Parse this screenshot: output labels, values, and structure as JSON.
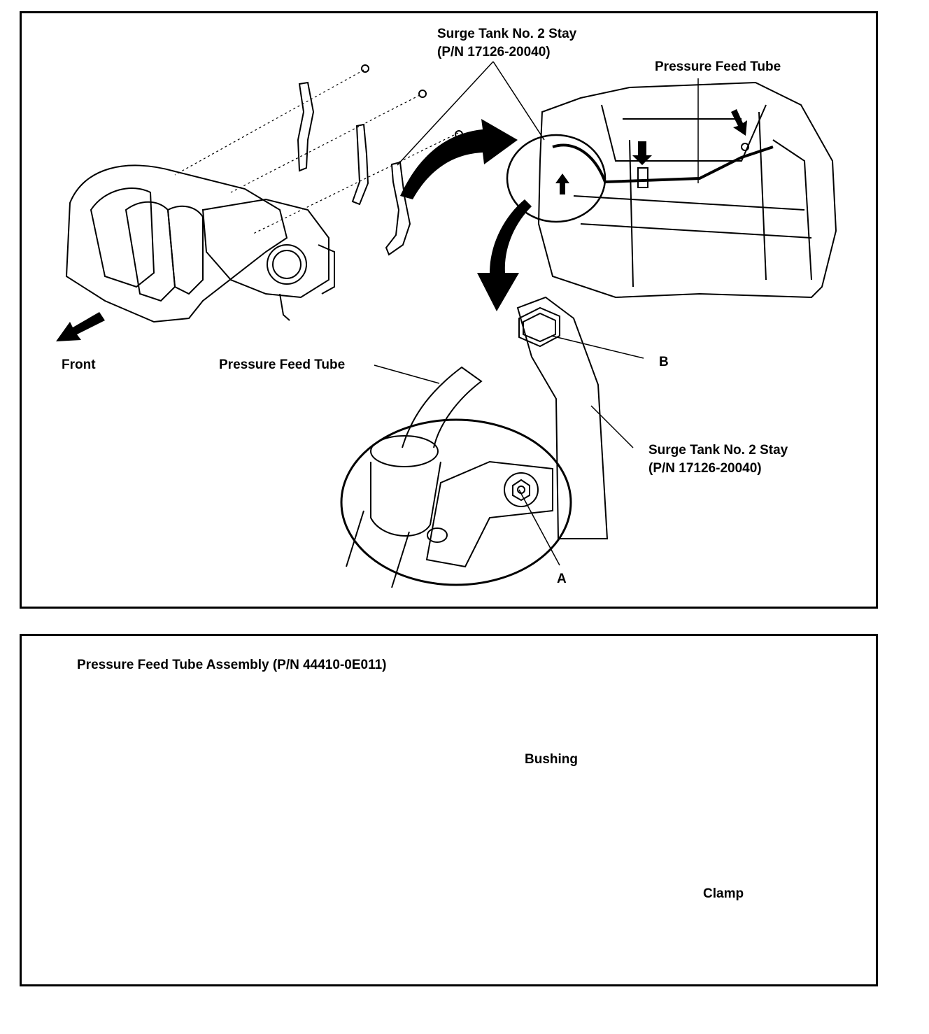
{
  "top_panel": {
    "labels": {
      "stay_upper_line1": "Surge Tank No. 2 Stay",
      "stay_upper_line2": "(P/N 17126-20040)",
      "pressure_feed_tube_upper": "Pressure Feed Tube",
      "front": "Front",
      "pressure_feed_tube_lower": "Pressure Feed Tube",
      "point_b": "B",
      "stay_lower_line1": "Surge Tank No. 2 Stay",
      "stay_lower_line2": "(P/N 17126-20040)",
      "point_a": "A"
    }
  },
  "bottom_panel": {
    "labels": {
      "assembly_title": "Pressure Feed Tube Assembly (P/N 44410-0E011)",
      "bushing": "Bushing",
      "clamp": "Clamp"
    }
  }
}
